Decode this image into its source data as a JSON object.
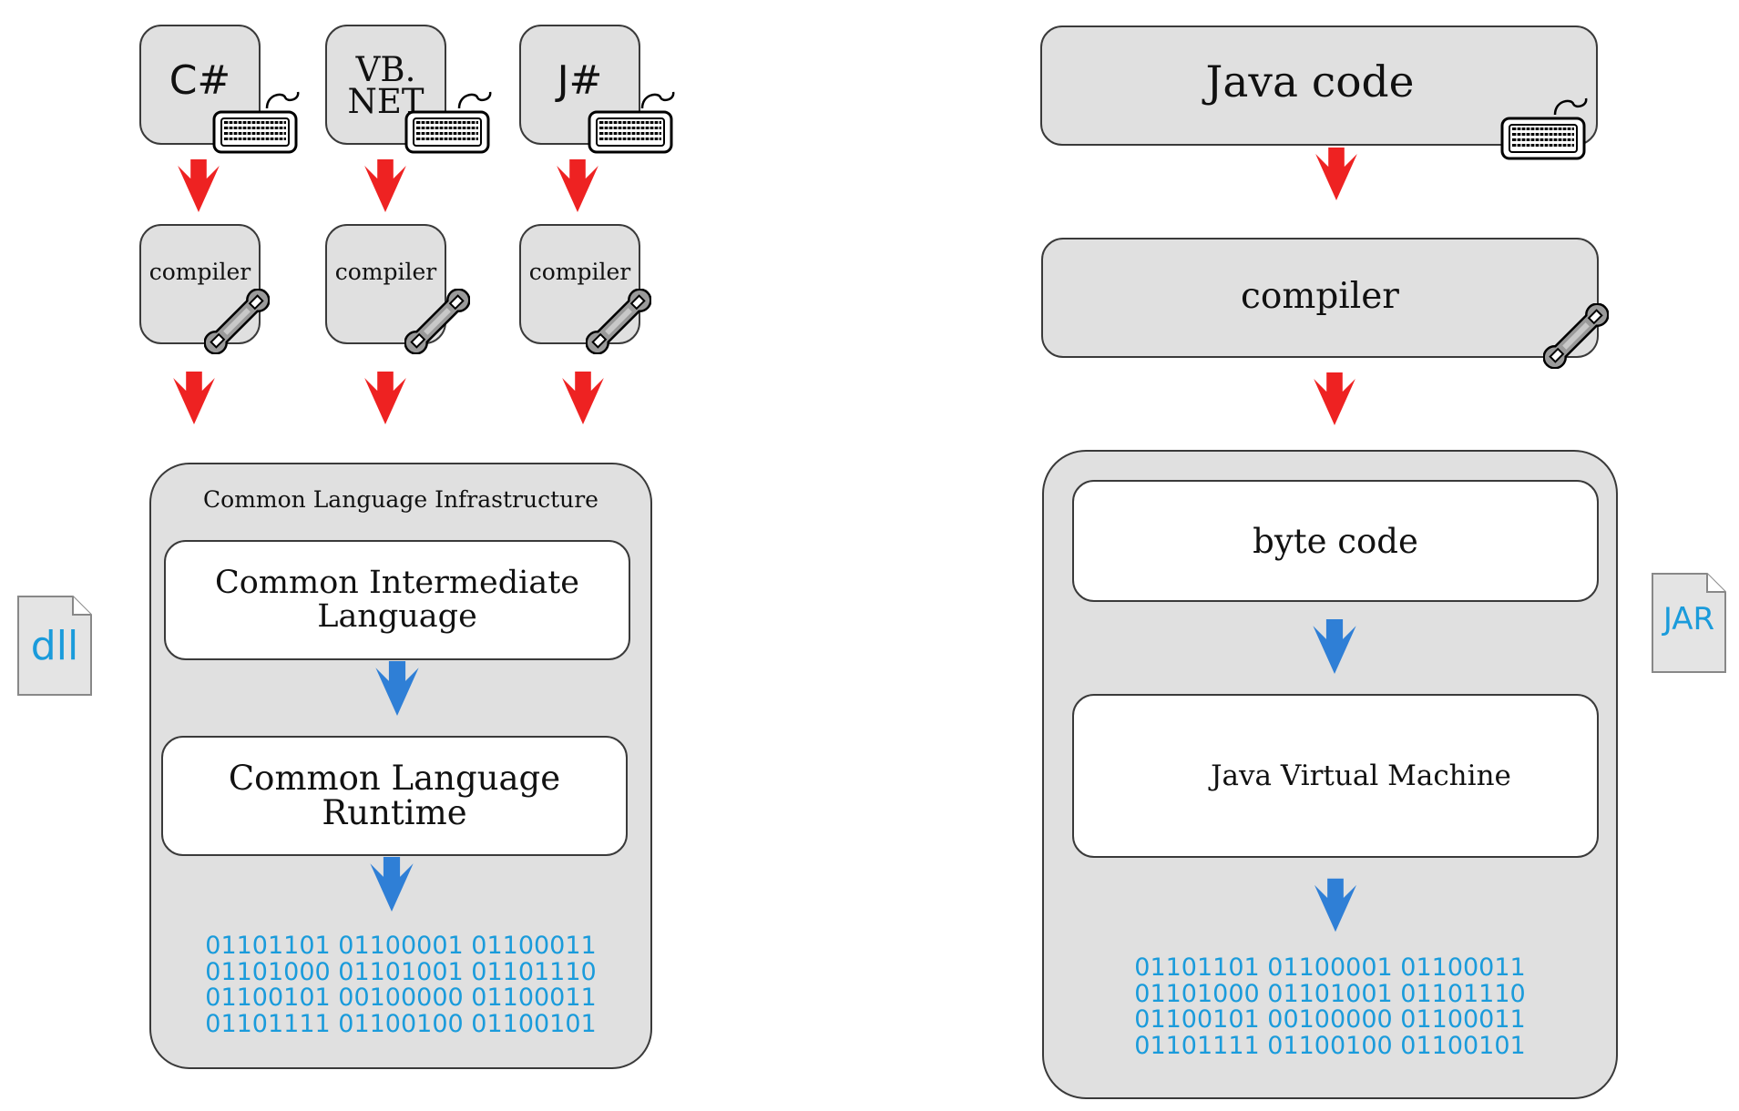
{
  "dotnet": {
    "languages": [
      "C#",
      "VB.\nNET",
      "J#"
    ],
    "compiler_label": "compiler",
    "cli_title": "Common Language Infrastructure",
    "cil_label": "Common Intermediate Language",
    "clr_label": "Common Language Runtime",
    "binary": "01101101 01100001 01100011\n01101000 01101001 01101110\n01100101 00100000 01100011\n01101111 01100100 01100101",
    "file_label": "dll"
  },
  "java": {
    "source_label": "Java code",
    "compiler_label": "compiler",
    "bytecode_label": "byte code",
    "jvm_label": "Java Virtual Machine",
    "binary": "01101101 01100001 01100011\n01101000 01101001 01101110\n01100101 00100000 01100011\n01101111 01100100 01100101",
    "file_label": "JAR"
  },
  "colors": {
    "box_fill": "#e0e0e0",
    "red_arrow": "#ee2222",
    "blue_arrow": "#2f7fd6",
    "binary_text": "#1a9bdb"
  },
  "icons": [
    "keyboard-icon",
    "wrench-icon",
    "file-icon",
    "down-arrow-icon"
  ]
}
